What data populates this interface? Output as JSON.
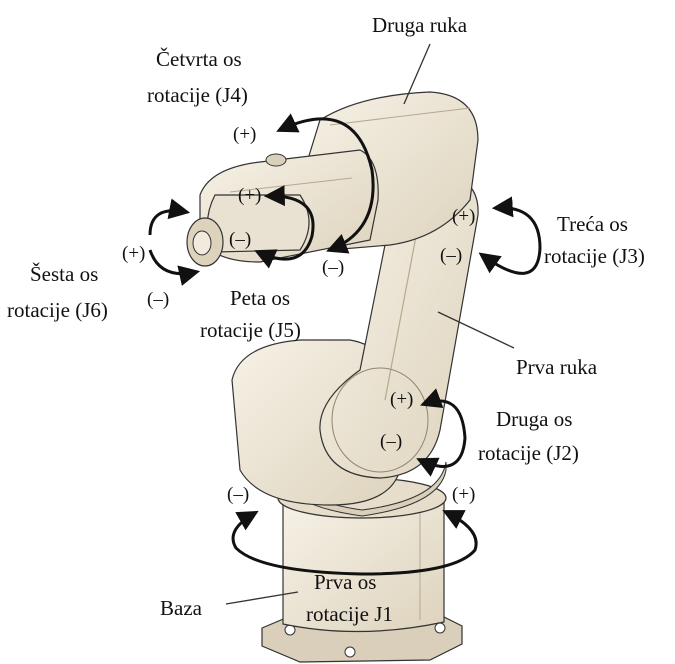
{
  "labels": {
    "druga_ruka": "Druga ruka",
    "cetvrta_os_l1": "Četvrta os",
    "cetvrta_os_l2": "rotacije (J4)",
    "treca_os_l1": "Treća os",
    "treca_os_l2": "rotacije (J3)",
    "sesta_os_l1": "Šesta os",
    "sesta_os_l2": "rotacije (J6)",
    "peta_os_l1": "Peta os",
    "peta_os_l2": "rotacije (J5)",
    "prva_ruka": "Prva ruka",
    "druga_os_l1": "Druga os",
    "druga_os_l2": "rotacije (J2)",
    "baza": "Baza",
    "prva_os_l1": "Prva os",
    "prva_os_l2": "rotacije J1"
  },
  "signs": {
    "plus": "(+)",
    "minus": "(–)"
  },
  "colors": {
    "robot_body": "#efe8d9",
    "robot_shadow": "#d6ccb7",
    "outline": "#333333",
    "arrow": "#111111"
  }
}
